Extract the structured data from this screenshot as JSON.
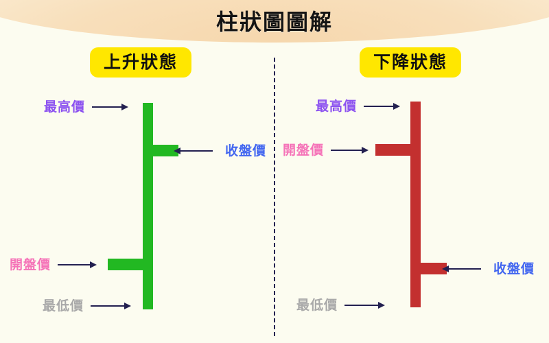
{
  "header": {
    "title": "柱狀圖圖解"
  },
  "divider": {
    "style": "dashed",
    "color": "#232050"
  },
  "colors": {
    "background": "#fcfcf0",
    "header_gradient_from": "#f6d7ad",
    "header_gradient_to": "#fdfcf2",
    "badge_background": "#ffe700",
    "badge_text": "#101010",
    "bullish_bar": "#22b822",
    "bearish_bar": "#c3302f",
    "arrow": "#232050",
    "label_high": "#8c52f0",
    "label_close": "#4266f0",
    "label_open": "#f573b8",
    "label_low": "#a9a9a9"
  },
  "panels": [
    {
      "id": "bullish",
      "badge_label": "上升狀態",
      "bar_color": "#22b822",
      "annotations": {
        "high": {
          "label": "最高價",
          "color": "#8c52f0",
          "direction": "right"
        },
        "close": {
          "label": "收盤價",
          "color": "#4266f0",
          "direction": "left"
        },
        "open": {
          "label": "開盤價",
          "color": "#f573b8",
          "direction": "right"
        },
        "low": {
          "label": "最低價",
          "color": "#a9a9a9",
          "direction": "right"
        }
      }
    },
    {
      "id": "bearish",
      "badge_label": "下降狀態",
      "bar_color": "#c3302f",
      "annotations": {
        "high": {
          "label": "最高價",
          "color": "#8c52f0",
          "direction": "right"
        },
        "open": {
          "label": "開盤價",
          "color": "#f573b8",
          "direction": "right"
        },
        "close": {
          "label": "收盤價",
          "color": "#4266f0",
          "direction": "left"
        },
        "low": {
          "label": "最低價",
          "color": "#a9a9a9",
          "direction": "right"
        }
      }
    }
  ],
  "chart_data": {
    "type": "bar",
    "title": "柱狀圖圖解",
    "subtitle": "",
    "xlabel": "",
    "ylabel": "",
    "grid": false,
    "legend_position": "none",
    "categories": [
      "上升狀態",
      "下降狀態"
    ],
    "series": [
      {
        "name": "上升狀態",
        "color": "#22b822",
        "high": 100,
        "open": 24,
        "close": 80,
        "low": 0,
        "annotations": [
          "最高價",
          "收盤價",
          "開盤價",
          "最低價"
        ]
      },
      {
        "name": "下降狀態",
        "color": "#c3302f",
        "high": 100,
        "open": 80,
        "close": 22,
        "low": 0,
        "annotations": [
          "最高價",
          "開盤價",
          "收盤價",
          "最低價"
        ]
      }
    ]
  }
}
